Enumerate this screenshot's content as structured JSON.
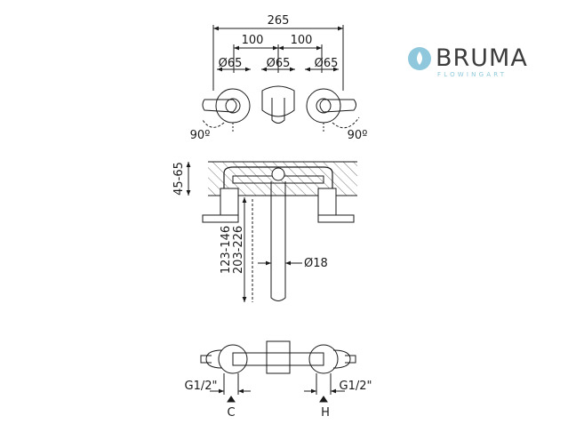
{
  "brand": {
    "name": "BRUMA",
    "tagline": "FLOWINGART",
    "name_color": "#3d3d3d",
    "accent_color": "#8fc8dc"
  },
  "dimensions": {
    "overall_width": "265",
    "spacing_left": "100",
    "spacing_right": "100",
    "handle_dia_left": "Ø65",
    "spout_dia": "Ø65",
    "handle_dia_right": "Ø65",
    "rotation_left": "90º",
    "rotation_right": "90º",
    "wall_depth": "45-65",
    "spout_length_a": "123-146",
    "spout_length_b": "203-226",
    "spout_dia_small": "Ø18",
    "thread_left": "G1/2\"",
    "thread_right": "G1/2\""
  },
  "labels": {
    "cold": "C",
    "hot": "H"
  },
  "colors": {
    "line": "#1a1a1a",
    "hatch": "#555555"
  }
}
